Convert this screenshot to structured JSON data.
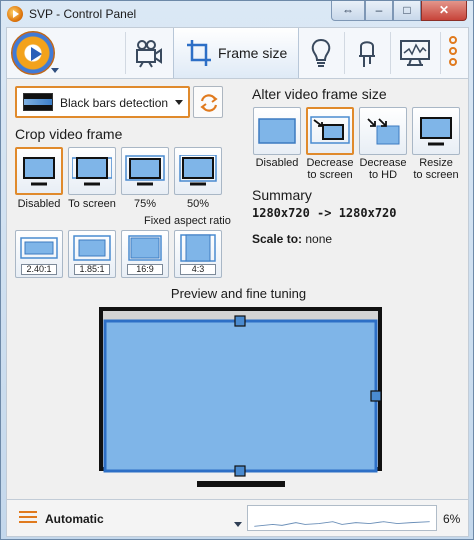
{
  "window": {
    "title": "SVP - Control Panel"
  },
  "title_buttons": {
    "restore": "⇔",
    "minimize": "–",
    "maximize": "□",
    "close": "✕"
  },
  "toolbar": {
    "active_tab": "Frame size"
  },
  "crop": {
    "detection_label": "Black bars detection",
    "heading": "Crop video frame",
    "modes": [
      "Disabled",
      "To screen",
      "75%",
      "50%"
    ],
    "fixed_label": "Fixed aspect ratio",
    "ratios": [
      "2.40:1",
      "1.85:1",
      "16:9",
      "4:3"
    ]
  },
  "alter": {
    "heading": "Alter video frame size",
    "options": [
      {
        "line1": "Disabled",
        "line2": ""
      },
      {
        "line1": "Decrease",
        "line2": "to screen"
      },
      {
        "line1": "Decrease",
        "line2": "to HD"
      },
      {
        "line1": "Resize",
        "line2": "to screen"
      }
    ]
  },
  "summary": {
    "heading": "Summary",
    "resolution": "1280x720 -> 1280x720",
    "scale_label": "Scale to:",
    "scale_value": "none"
  },
  "preview": {
    "heading": "Preview and fine tuning"
  },
  "status": {
    "profile": "Automatic",
    "cpu_percent": "6%"
  },
  "colors": {
    "accent": "#e08a2c",
    "screen_blue": "#7fb5e8",
    "frame_dark": "#111111"
  }
}
